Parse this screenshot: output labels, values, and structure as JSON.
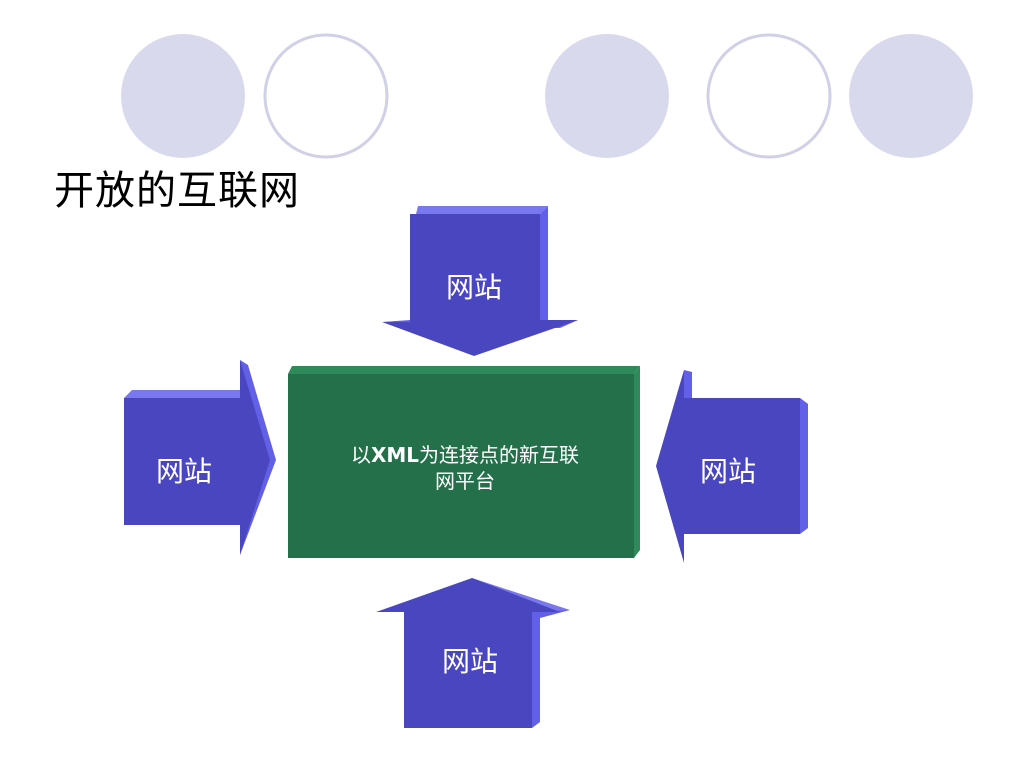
{
  "slide": {
    "title": "开放的互联网"
  },
  "center": {
    "prefix": "以",
    "emphasis": "XML",
    "suffix": "为连接点的新互联",
    "line2": "网平台"
  },
  "arrows": {
    "top": "网站",
    "left": "网站",
    "right": "网站",
    "bottom": "网站"
  },
  "colors": {
    "circle_fill": "#d9d9ed",
    "circle_outline": "#d0d0e6",
    "arrow_front": "#4a46c0",
    "arrow_side": "#6260e6",
    "arrow_top": "#7a78ee",
    "box_front": "#24704a",
    "box_edge": "#2e8a5a"
  }
}
